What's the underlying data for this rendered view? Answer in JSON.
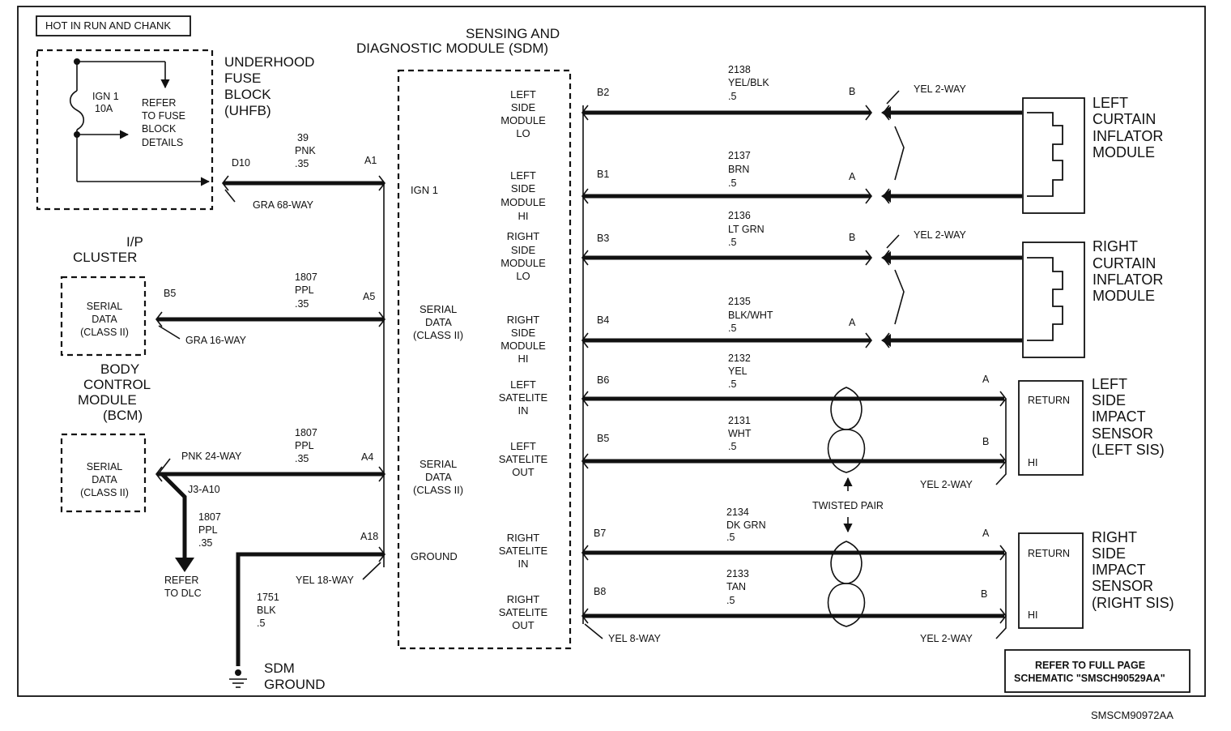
{
  "header_note": "HOT IN RUN AND CHANK",
  "footer_code": "SMSCM90972AA",
  "refer_note": [
    "REFER TO FULL PAGE",
    "SCHEMATIC \"SMSCH90529AA\""
  ],
  "sdm": {
    "title": [
      "SENSING AND",
      "DIAGNOSTIC MODULE (SDM)"
    ],
    "left_pins": [
      {
        "id": "ign",
        "lines": [
          "IGN 1"
        ]
      },
      {
        "id": "serial1",
        "lines": [
          "SERIAL",
          "DATA",
          "(CLASS II)"
        ]
      },
      {
        "id": "serial2",
        "lines": [
          "SERIAL",
          "DATA",
          "(CLASS II)"
        ]
      },
      {
        "id": "ground",
        "lines": [
          "GROUND"
        ]
      }
    ],
    "right_pins": [
      {
        "id": "lslo",
        "lines": [
          "LEFT",
          "SIDE",
          "MODULE",
          "LO"
        ]
      },
      {
        "id": "lshi",
        "lines": [
          "LEFT",
          "SIDE",
          "MODULE",
          "HI"
        ]
      },
      {
        "id": "rslo",
        "lines": [
          "RIGHT",
          "SIDE",
          "MODULE",
          "LO"
        ]
      },
      {
        "id": "rshi",
        "lines": [
          "RIGHT",
          "SIDE",
          "MODULE",
          "HI"
        ]
      },
      {
        "id": "lsin",
        "lines": [
          "LEFT",
          "SATELITE",
          "IN"
        ]
      },
      {
        "id": "lsout",
        "lines": [
          "LEFT",
          "SATELITE",
          "OUT"
        ]
      },
      {
        "id": "rsin",
        "lines": [
          "RIGHT",
          "SATELITE",
          "IN"
        ]
      },
      {
        "id": "rsout",
        "lines": [
          "RIGHT",
          "SATELITE",
          "OUT"
        ]
      }
    ]
  },
  "fuse_block": {
    "title": [
      "UNDERHOOD",
      "FUSE",
      "BLOCK",
      "(UHFB)"
    ],
    "fuse": [
      "IGN 1",
      "10A"
    ],
    "refer": [
      "REFER",
      "TO FUSE",
      "BLOCK",
      "DETAILS"
    ]
  },
  "ip_cluster": {
    "title": [
      "I/P",
      "CLUSTER"
    ],
    "port": [
      "SERIAL",
      "DATA",
      "(CLASS II)"
    ]
  },
  "bcm": {
    "title": [
      "BODY",
      "CONTROL",
      "MODULE",
      "(BCM)"
    ],
    "port": [
      "SERIAL",
      "DATA",
      "(CLASS II)"
    ]
  },
  "left_circuits": [
    {
      "id": "ign",
      "circuit": "39",
      "color": "PNK",
      "gauge": ".35",
      "from_pin": "D10",
      "to_pin": "A1",
      "connector": "GRA 68-WAY"
    },
    {
      "id": "ipc",
      "circuit": "1807",
      "color": "PPL",
      "gauge": ".35",
      "from_pin": "B5",
      "to_pin": "A5",
      "connector": "GRA 16-WAY"
    },
    {
      "id": "bcm",
      "circuit": "1807",
      "color": "PPL",
      "gauge": ".35",
      "to_pin": "A4",
      "connector": "PNK 24-WAY"
    },
    {
      "id": "ground",
      "circuit": "1751",
      "color": "BLK",
      "gauge": ".5",
      "to_pin": "A18",
      "connector": "YEL 18-WAY"
    }
  ],
  "bcm_branch": {
    "splice": "J3-A10",
    "circuit": "1807",
    "color": "PPL",
    "gauge": ".35",
    "refer": [
      "REFER",
      "TO DLC"
    ]
  },
  "sdm_ground": [
    "SDM",
    "GROUND"
  ],
  "right_circuits": [
    {
      "id": "b2",
      "pin": "B2",
      "circuit": "2138",
      "color": "YEL/BLK",
      "gauge": ".5",
      "end_pin": "B"
    },
    {
      "id": "b1",
      "pin": "B1",
      "circuit": "2137",
      "color": "BRN",
      "gauge": ".5",
      "end_pin": "A"
    },
    {
      "id": "b3",
      "pin": "B3",
      "circuit": "2136",
      "color": "LT GRN",
      "gauge": ".5",
      "end_pin": "B"
    },
    {
      "id": "b4",
      "pin": "B4",
      "circuit": "2135",
      "color": "BLK/WHT",
      "gauge": ".5",
      "end_pin": "A"
    },
    {
      "id": "b6",
      "pin": "B6",
      "circuit": "2132",
      "color": "YEL",
      "gauge": ".5",
      "end_pin": "A"
    },
    {
      "id": "b5",
      "pin": "B5",
      "circuit": "2131",
      "color": "WHT",
      "gauge": ".5",
      "end_pin": "B"
    },
    {
      "id": "b7",
      "pin": "B7",
      "circuit": "2134",
      "color": "DK GRN",
      "gauge": ".5",
      "end_pin": "A"
    },
    {
      "id": "b8",
      "pin": "B8",
      "circuit": "2133",
      "color": "TAN",
      "gauge": ".5",
      "end_pin": "B"
    }
  ],
  "connectors": {
    "yel2way": "YEL 2-WAY",
    "yel8way": "YEL 8-WAY"
  },
  "twisted_pair": "TWISTED PAIR",
  "components": [
    {
      "id": "lcim",
      "lines": [
        "LEFT",
        "CURTAIN",
        "INFLATOR",
        "MODULE"
      ]
    },
    {
      "id": "rcim",
      "lines": [
        "RIGHT",
        "CURTAIN",
        "INFLATOR",
        "MODULE"
      ]
    },
    {
      "id": "lsis",
      "lines": [
        "LEFT",
        "SIDE",
        "IMPACT",
        "SENSOR",
        "(LEFT SIS)"
      ],
      "return": "RETURN",
      "hi": "HI"
    },
    {
      "id": "rsis",
      "lines": [
        "RIGHT",
        "SIDE",
        "IMPACT",
        "SENSOR",
        "(RIGHT SIS)"
      ],
      "return": "RETURN",
      "hi": "HI"
    }
  ]
}
